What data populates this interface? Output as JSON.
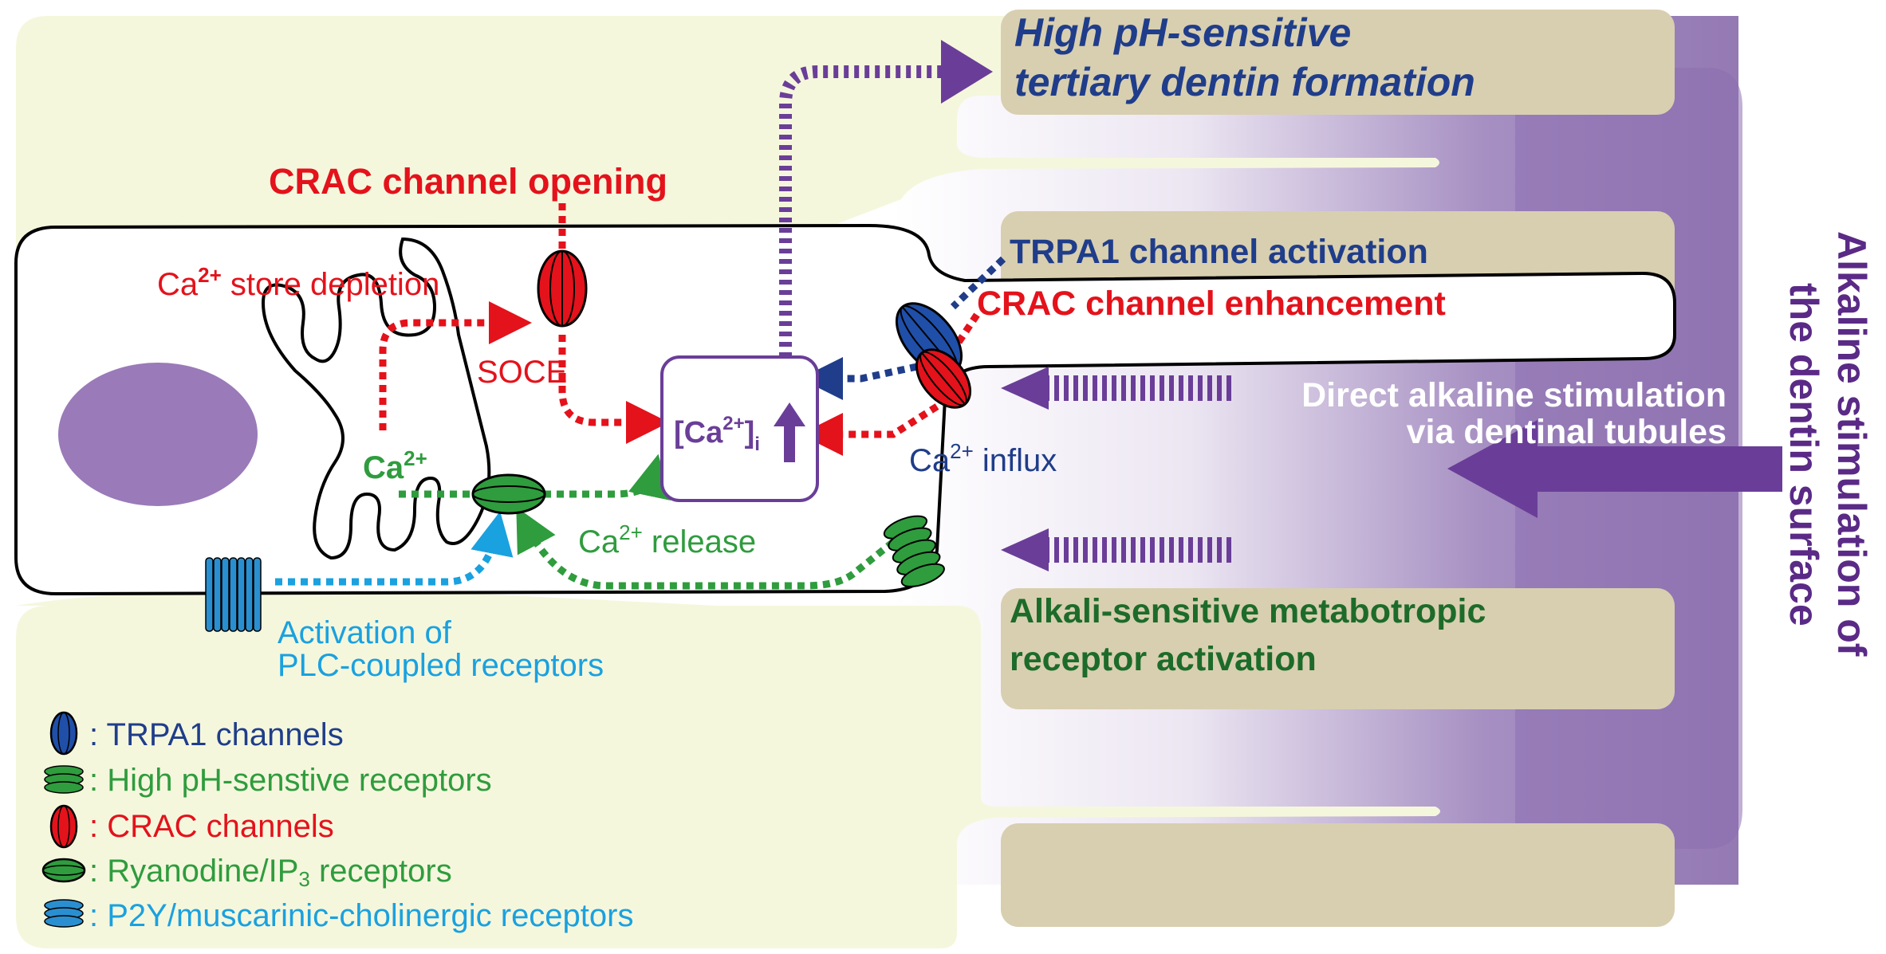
{
  "colors": {
    "red": "#e4121b",
    "green": "#2f9c3e",
    "dark_green": "#1d6b2a",
    "navy": "#1f3d8a",
    "light_blue": "#1aa1df",
    "purple": "#5a2a86",
    "mid_purple": "#7a4e9e",
    "nucleus": "#9a7ab8",
    "pale_green": "#f5f7dd",
    "tan": "#d8cfb0"
  },
  "labels": {
    "crac_opening": "CRAC channel opening",
    "ca": "Ca",
    "sup_2plus": "2+",
    "store_depletion": " store depletion",
    "soce": "SOCE",
    "ca_i_open": "[Ca",
    "ca_i_close": "]",
    "ca_i_sub": "i",
    "ca_release": " release",
    "ca_influx": " influx",
    "plc_line1": "Activation of",
    "plc_line2": "PLC-coupled receptors",
    "high_ph_line1": "High pH-sensitive",
    "high_ph_line2": "tertiary dentin formation",
    "trpa1_activation": "TRPA1 channel activation",
    "crac_enhancement": "CRAC channel enhancement",
    "direct_line1": "Direct alkaline stimulation",
    "direct_line2": "via dentinal tubules",
    "alkali_line1": "Alkali-sensitive metabotropic",
    "alkali_line2": "receptor activation",
    "vertical_line1": "Alkaline stimulation of",
    "vertical_line2": "the dentin surface"
  },
  "legend": [
    {
      "icon": "trpa1-channel-icon",
      "text": ": TRPA1 channels"
    },
    {
      "icon": "high-ph-receptor-icon",
      "text": ": High pH-senstive receptors"
    },
    {
      "icon": "crac-channel-icon",
      "text": ": CRAC channels"
    },
    {
      "icon": "ryanodine-receptor-icon",
      "prefix": ": Ryanodine/IP",
      "sub": "3",
      "suffix": " receptors"
    },
    {
      "icon": "p2y-receptor-icon",
      "text": ": P2Y/muscarinic-cholinergic receptors"
    }
  ]
}
